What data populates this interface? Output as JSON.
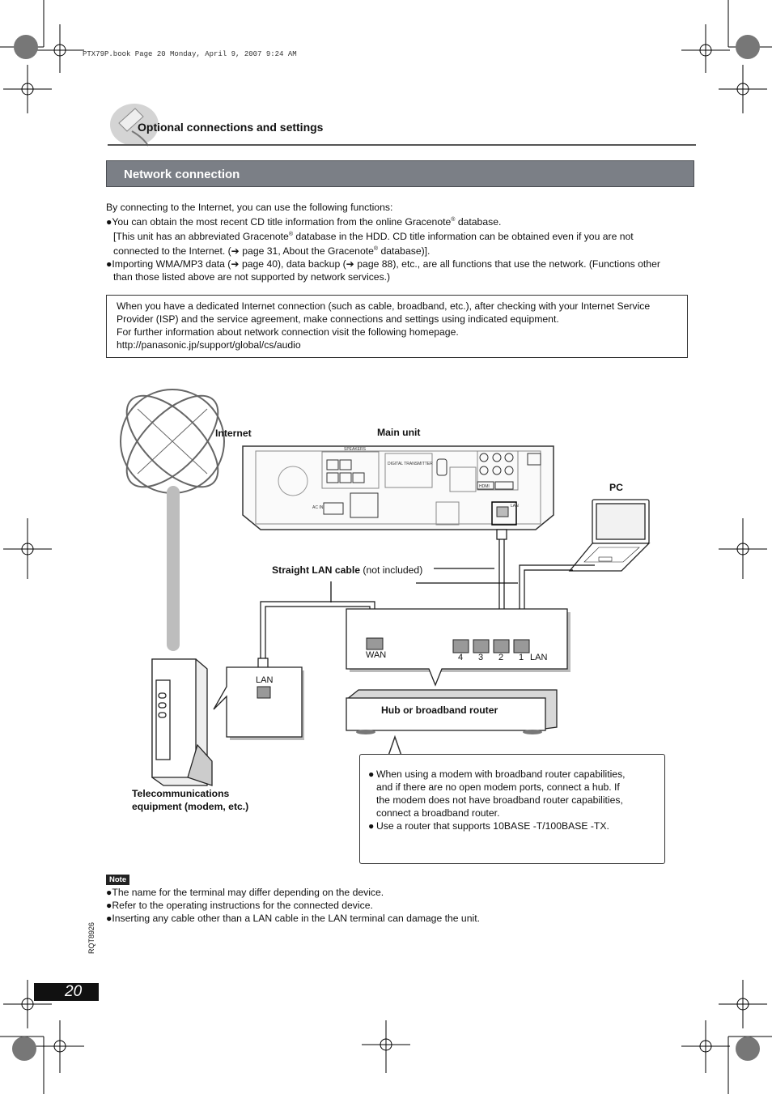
{
  "print_header": "PTX79P.book  Page 20  Monday, April 9, 2007  9:24 AM",
  "section_title": "Optional connections and settings",
  "banner_title": "Network connection",
  "intro": {
    "lead": "By connecting to the Internet, you can use the following functions:",
    "bullet1_a": "You can obtain the most recent CD title information from the online Gracenote",
    "bullet1_b": " database.",
    "bullet1_c": "[This unit has an abbreviated Gracenote",
    "bullet1_d": " database in the HDD. CD title information can be obtained even if you are not",
    "bullet1_e": "connected to the Internet. (➔ page 31, About the Gracenote",
    "bullet1_f": " database)].",
    "bullet2_a": "Importing WMA/MP3 data (➔ page 40), data backup (➔ page 88), etc., are all functions that use the network. (Functions other",
    "bullet2_b": "than those listed above are not supported by network services.)",
    "bullet_char": "●",
    "registered": "®"
  },
  "info_box": {
    "line1": "When you have a dedicated Internet connection (such as cable, broadband, etc.), after checking with your Internet Service",
    "line2": "Provider (ISP) and the service agreement, make connections and settings using indicated equipment.",
    "line3": "For further information about network connection visit the following homepage.",
    "line4": "http://panasonic.jp/support/global/cs/audio"
  },
  "diagram": {
    "internet": "Internet",
    "main_unit": "Main unit",
    "pc": "PC",
    "cable_bold": "Straight LAN cable",
    "cable_note": " (not included)",
    "wan": "WAN",
    "lan": "LAN",
    "modem_lan": "LAN",
    "port_numbers": [
      "4",
      "3",
      "2",
      "1"
    ],
    "router": "Hub or broadband router",
    "telecom_1": "Telecommunications",
    "telecom_2": "equipment (modem, etc.)",
    "rear_lan": "LAN",
    "rear_ac": "AC IN",
    "rear_digital": "DIGITAL TRANSMITTER",
    "rear_hdmi": "HDMI",
    "rear_speakers": "SPEAKERS"
  },
  "callout": {
    "b1_1": "When using a modem with broadband router capabilities,",
    "b1_2": "and if there are no open modem ports, connect a hub. If",
    "b1_3": "the modem does not have broadband router capabilities,",
    "b1_4": "connect a broadband router.",
    "b2": "Use a router that supports 10BASE -T/100BASE -TX."
  },
  "note": {
    "tag": "Note",
    "n1": "The name for the terminal may differ depending on the device.",
    "n2": "Refer to the operating instructions for the connected device.",
    "n3": "Inserting any cable other than a LAN cable in the LAN terminal can damage the unit."
  },
  "doc_code": "RQT8926",
  "page_number": "20",
  "colors": {
    "banner": "#7b7f86",
    "pole": "#bdbdbd"
  }
}
